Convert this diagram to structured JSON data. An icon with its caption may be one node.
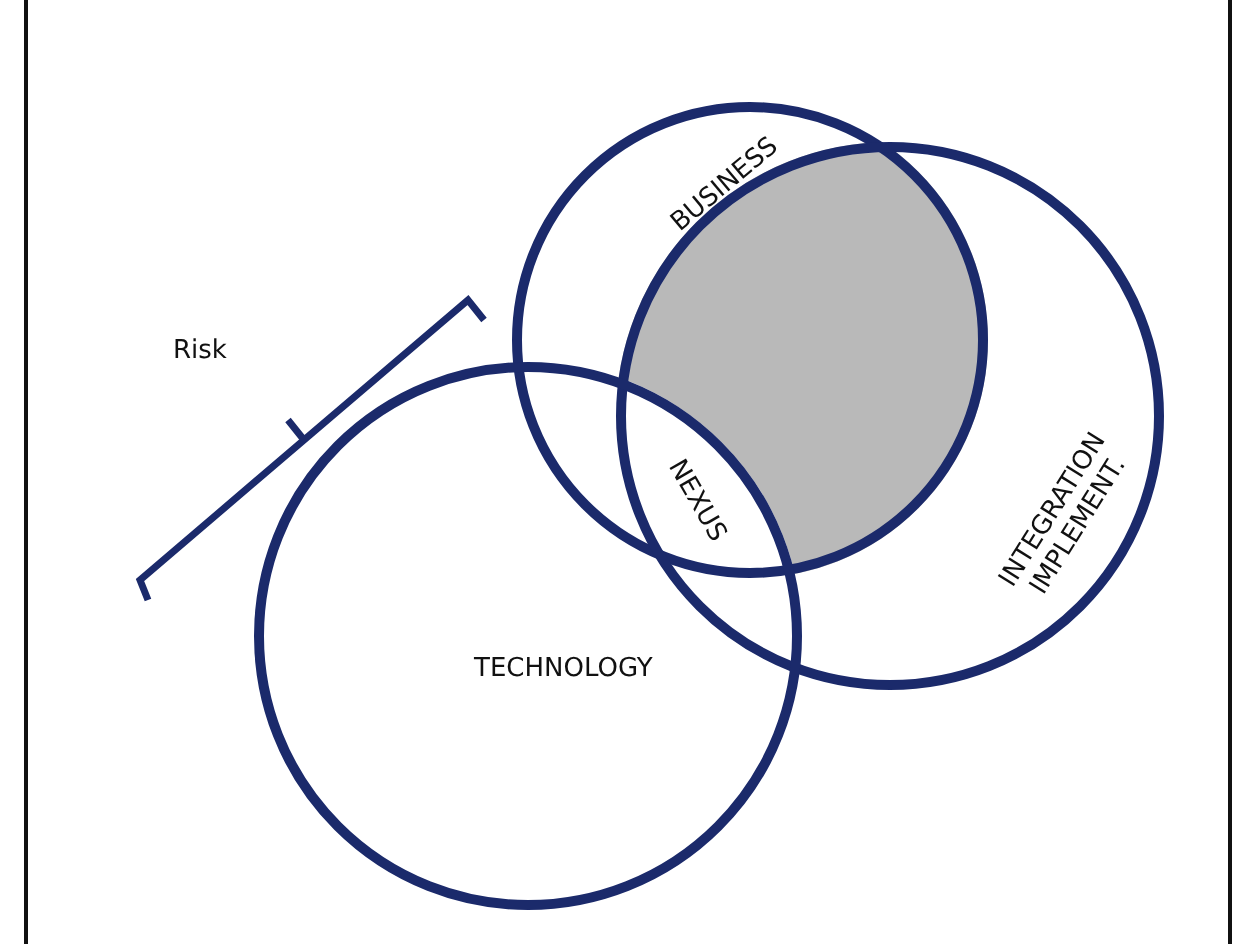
{
  "diagram": {
    "nodes": [
      {
        "text": [
          "BUSINESS"
        ]
      },
      {
        "text": [
          "INTEGRATION IMPLEMENT."
        ]
      },
      {
        "text": [
          "TECHNOLOGY"
        ]
      }
    ],
    "labels": [
      "Risk",
      "NEXUS"
    ]
  }
}
